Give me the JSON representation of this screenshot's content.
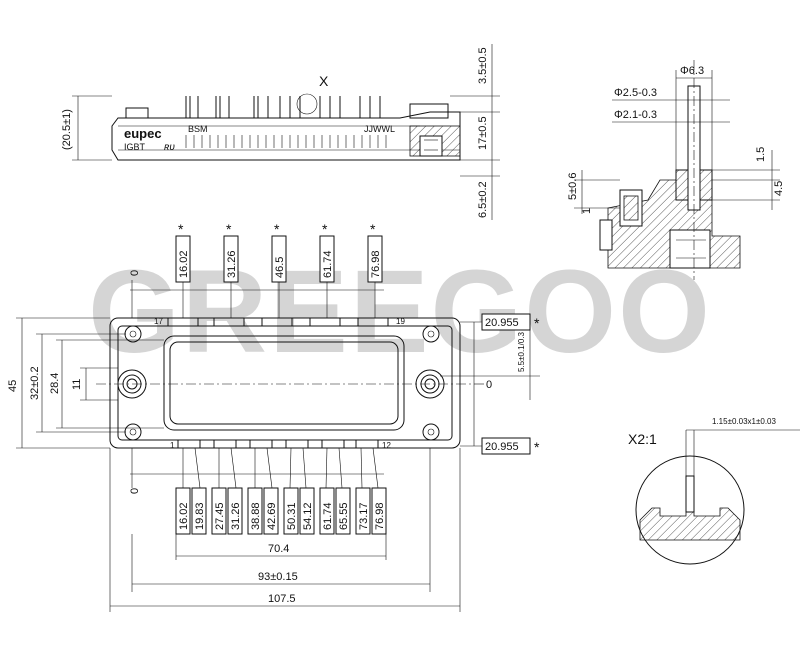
{
  "watermark": "GREEGOO",
  "brand": "eupec",
  "module_type": "IGBT",
  "module_code": "BSM",
  "module_suffix": "JJWWL",
  "side_view": {
    "total_height": "(20.5±1)",
    "pin_height": "3.5±0.5",
    "body_height": "17±0.5",
    "mount_height": "6.5±0.2",
    "marker_x": "X"
  },
  "section_view": {
    "outer_dia": "Φ6.3",
    "dia_1": "Φ2.5-0.3",
    "dia_2": "Φ2.1-0.3",
    "step_a": "1.5",
    "step_b": "4.5",
    "step_c": "5±0.6",
    "step_d": "1"
  },
  "top_view": {
    "top_pin_positions": [
      "16.02",
      "31.26",
      "46.5",
      "61.74",
      "76.98"
    ],
    "bottom_pin_positions": [
      "16.02",
      "19.83",
      "27.45",
      "31.26",
      "38.88",
      "42.69",
      "50.31",
      "54.12",
      "61.74",
      "65.55",
      "73.17",
      "76.98"
    ],
    "star": "*",
    "zero": "0",
    "pin_17": "17",
    "pin_19": "19",
    "pin_1": "1",
    "pin_12": "12",
    "row_offset_top": "20.955",
    "row_offset_bottom": "20.955",
    "hole_offset": "5.5±0.1/0.3",
    "width_overall": "45",
    "hole_span": "32±0.2",
    "inner_span": "28.4",
    "hole_center": "11",
    "pin_row_width": "70.4",
    "mount_span": "93±0.15",
    "length_overall": "107.5"
  },
  "detail_view": {
    "title": "X2:1",
    "pin_section": "1.15±0.03x1±0.03"
  }
}
